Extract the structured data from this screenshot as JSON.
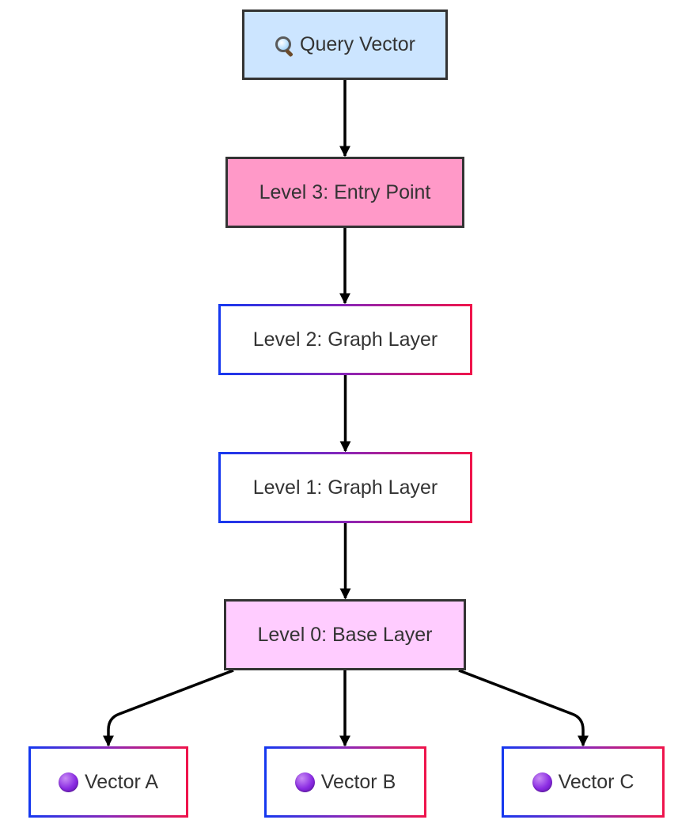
{
  "colors": {
    "edge": "#000000",
    "border_solid": "#333333",
    "gradient_start": "#1438f0",
    "gradient_end": "#f0144a",
    "query_fill": "#cce5ff",
    "entry_fill": "#ff99c8",
    "base_fill": "#ffccff"
  },
  "nodes": {
    "query": {
      "label": "Query Vector",
      "icon": "magnifier-icon"
    },
    "level3": {
      "label": "Level 3: Entry Point"
    },
    "level2": {
      "label": "Level 2: Graph Layer"
    },
    "level1": {
      "label": "Level 1: Graph Layer"
    },
    "level0": {
      "label": "Level 0: Base Layer"
    },
    "vector_a": {
      "label": "Vector A",
      "icon": "purple-circle-icon"
    },
    "vector_b": {
      "label": "Vector B",
      "icon": "purple-circle-icon"
    },
    "vector_c": {
      "label": "Vector C",
      "icon": "purple-circle-icon"
    }
  },
  "edges": [
    {
      "from": "query",
      "to": "level3"
    },
    {
      "from": "level3",
      "to": "level2"
    },
    {
      "from": "level2",
      "to": "level1"
    },
    {
      "from": "level1",
      "to": "level0"
    },
    {
      "from": "level0",
      "to": "vector_a"
    },
    {
      "from": "level0",
      "to": "vector_b"
    },
    {
      "from": "level0",
      "to": "vector_c"
    }
  ]
}
